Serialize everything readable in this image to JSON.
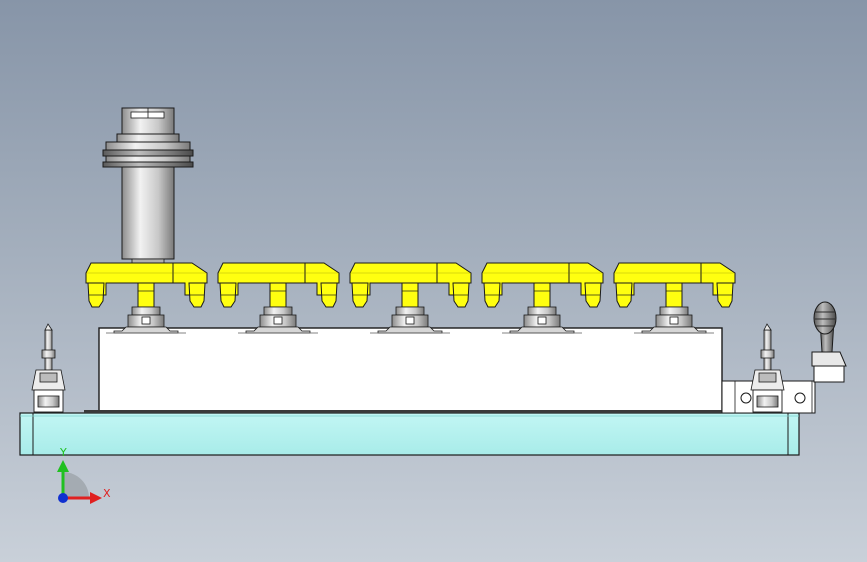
{
  "triad": {
    "x_label": "X",
    "y_label": "Y",
    "x_color": "#e02020",
    "y_color": "#20c020",
    "z_color": "#1030d0"
  },
  "colors": {
    "base_plate": "#b8f2f0",
    "fixture_block": "#ffffff",
    "gripper": "#ffff10",
    "metal_light": "#e4e4e4",
    "metal_dark": "#9a9a9a",
    "outline": "#1a1a1a"
  },
  "grippers": {
    "count": 5
  }
}
